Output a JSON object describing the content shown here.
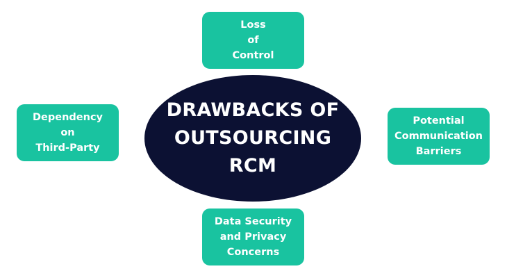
{
  "center": {
    "title": "DRAWBACKS OF\nOUTSOURCING\nRCM"
  },
  "nodes": {
    "top": "Loss\nof\nControl",
    "left": "Dependency\non\nThird-Party",
    "right": "Potential\nCommunication\nBarriers",
    "bottom": "Data Security\nand Privacy\nConcerns"
  },
  "colors": {
    "center_fill": "#0c1133",
    "node_fill": "#19c3a0",
    "text": "#ffffff"
  }
}
